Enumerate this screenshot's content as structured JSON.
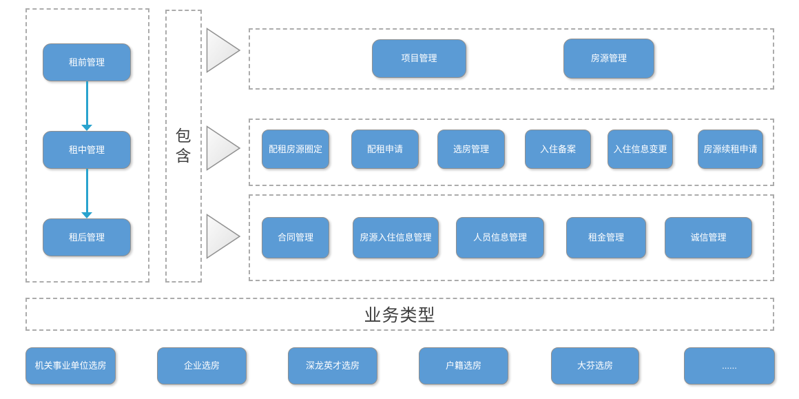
{
  "colors": {
    "node-fill": "#5B9BD5",
    "node-border": "#8f8f8f",
    "node-text": "#ffffff",
    "dashed-border": "#ababab",
    "arrow": "#29a3ce",
    "triangle-fill": "#ededed",
    "triangle-border": "#909090",
    "label-text": "#3f3f3f"
  },
  "lifecycle": {
    "nodes": [
      "租前管理",
      "租中管理",
      "租后管理"
    ]
  },
  "relation_label": "包含",
  "groups": [
    {
      "nodes": [
        "项目管理",
        "房源管理"
      ]
    },
    {
      "nodes": [
        "配租房源圈定",
        "配租申请",
        "选房管理",
        "入住备案",
        "入住信息变更",
        "房源续租申请"
      ]
    },
    {
      "nodes": [
        "合同管理",
        "房源入住信息管理",
        "人员信息管理",
        "租金管理",
        "诚信管理"
      ]
    }
  ],
  "business_type": {
    "label": "业务类型"
  },
  "business_nodes": [
    "机关事业单位选房",
    "企业选房",
    "深龙英才选房",
    "户籍选房",
    "大芬选房",
    "......"
  ]
}
